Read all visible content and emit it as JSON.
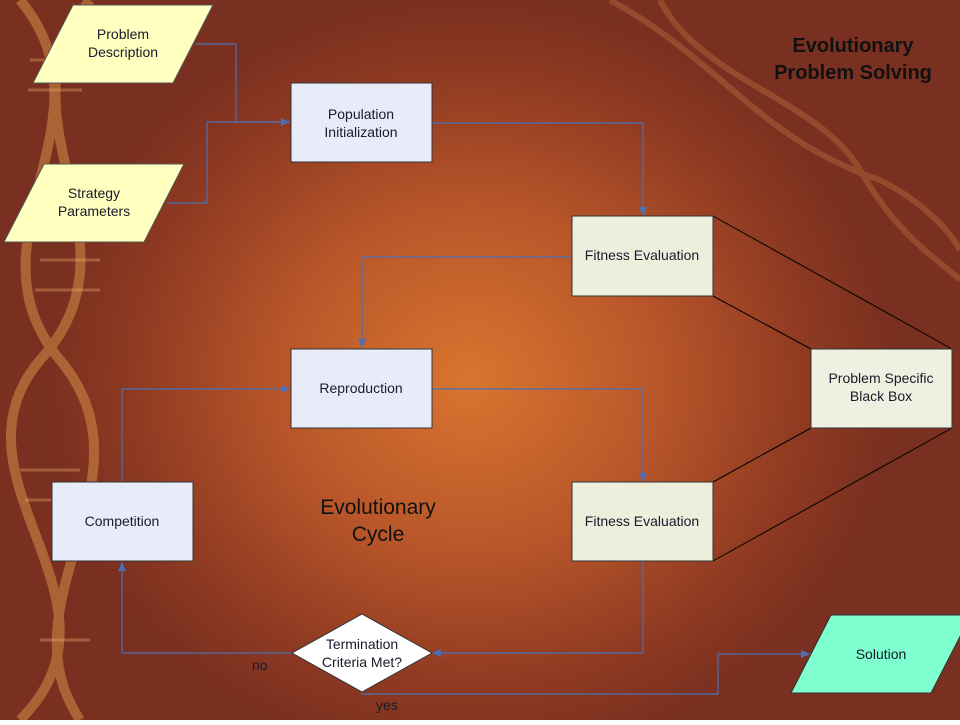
{
  "title": {
    "line1": "Evolutionary",
    "line2": "Problem Solving"
  },
  "cycle_label": {
    "line1": "Evolutionary",
    "line2": "Cycle"
  },
  "nodes": {
    "problem_description": {
      "line1": "Problem",
      "line2": "Description"
    },
    "strategy_parameters": {
      "line1": "Strategy",
      "line2": "Parameters"
    },
    "population_initialization": {
      "line1": "Population",
      "line2": "Initialization"
    },
    "fitness_evaluation_1": {
      "label": "Fitness Evaluation"
    },
    "reproduction": {
      "label": "Reproduction"
    },
    "fitness_evaluation_2": {
      "label": "Fitness Evaluation"
    },
    "competition": {
      "label": "Competition"
    },
    "black_box": {
      "line1": "Problem Specific",
      "line2": "Black Box"
    },
    "termination": {
      "line1": "Termination",
      "line2": "Criteria Met?"
    },
    "solution": {
      "label": "Solution"
    }
  },
  "edge_labels": {
    "no": "no",
    "yes": "yes"
  },
  "colors": {
    "io_fill": "#ffffc0",
    "process_fill": "#e8ecf8",
    "fitness_fill": "#eeeedd",
    "blackbox_fill": "#efefe2",
    "solution_fill": "#7fffd0",
    "arrow": "#4d6fb3",
    "line": "#000000"
  }
}
